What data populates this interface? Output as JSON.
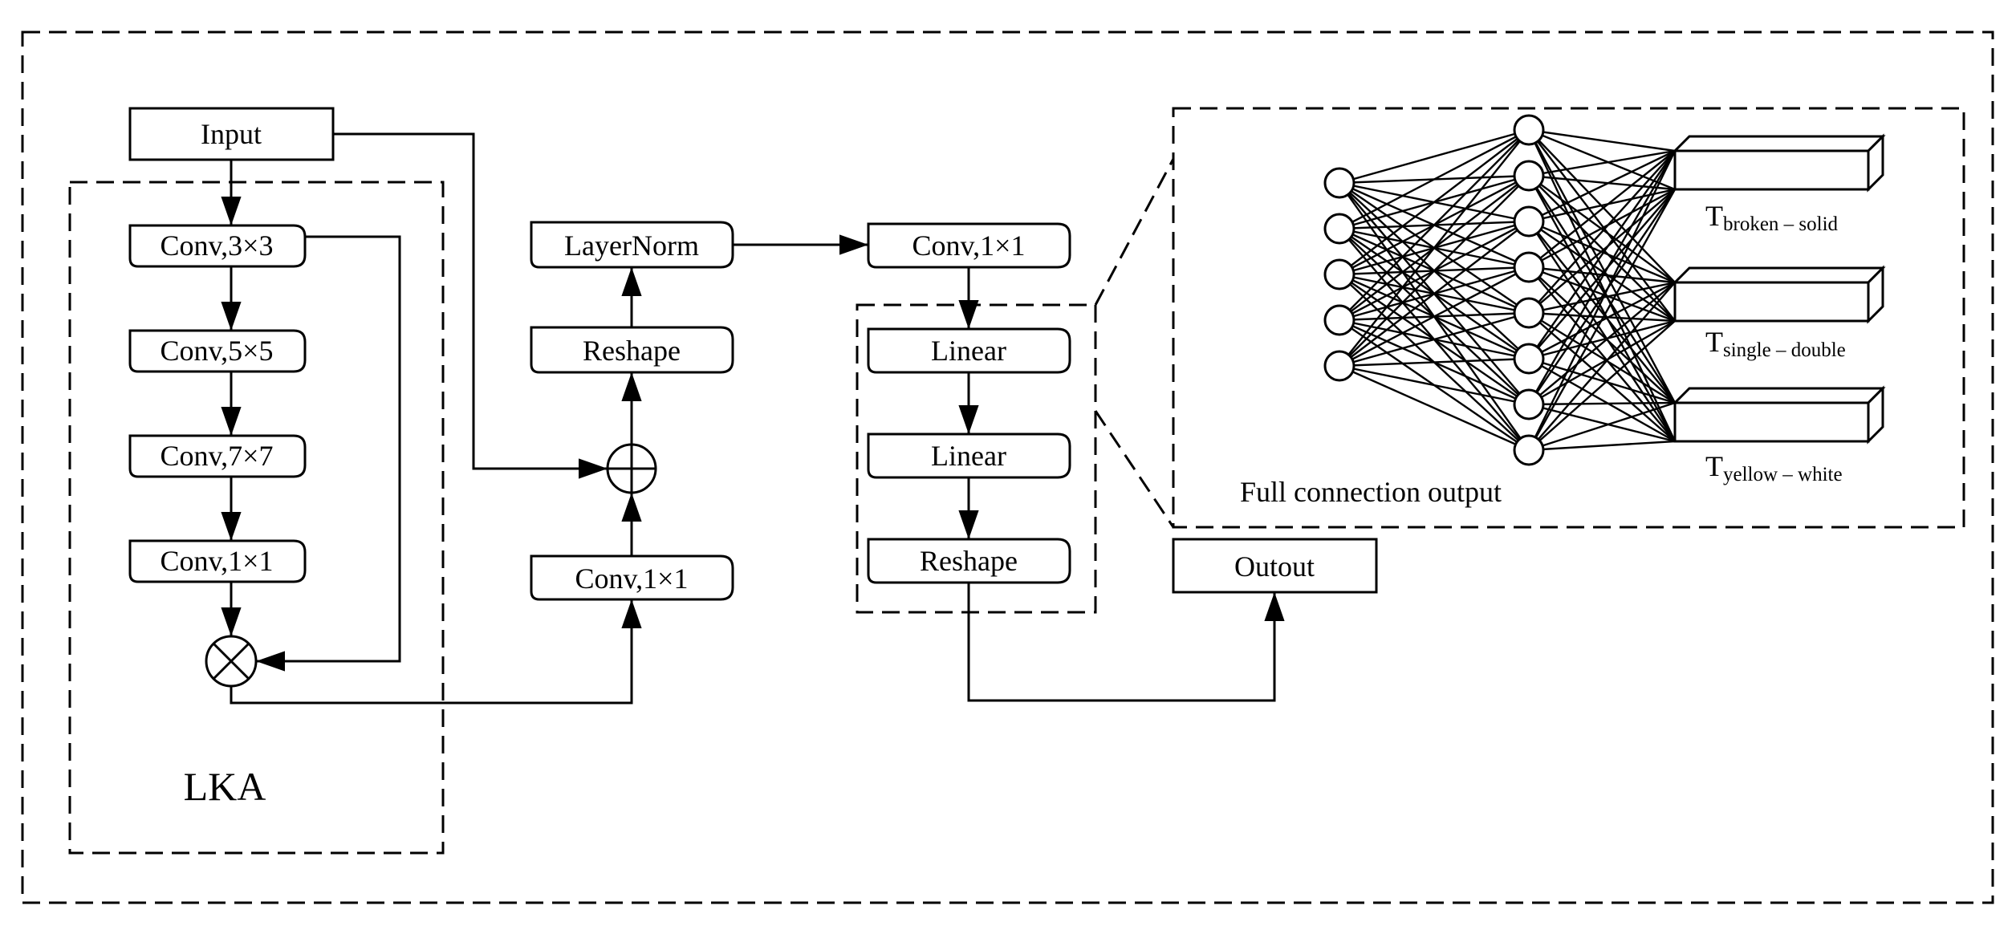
{
  "lka": {
    "label": "LKA",
    "input": "Input",
    "conv3": "Conv,3×3",
    "conv5": "Conv,5×5",
    "conv7": "Conv,7×7",
    "conv1": "Conv,1×1"
  },
  "middle": {
    "conv1": "Conv,1×1",
    "reshape": "Reshape",
    "layernorm": "LayerNorm"
  },
  "right": {
    "conv1": "Conv,1×1",
    "linear1": "Linear",
    "linear2": "Linear",
    "reshape": "Reshape",
    "output": "Outout"
  },
  "fc": {
    "title": "Full connection output",
    "layer_sizes": [
      5,
      8
    ],
    "outputs": [
      {
        "main": "T",
        "sub": "broken – solid"
      },
      {
        "main": "T",
        "sub": "single – double"
      },
      {
        "main": "T",
        "sub": "yellow – white"
      }
    ]
  }
}
